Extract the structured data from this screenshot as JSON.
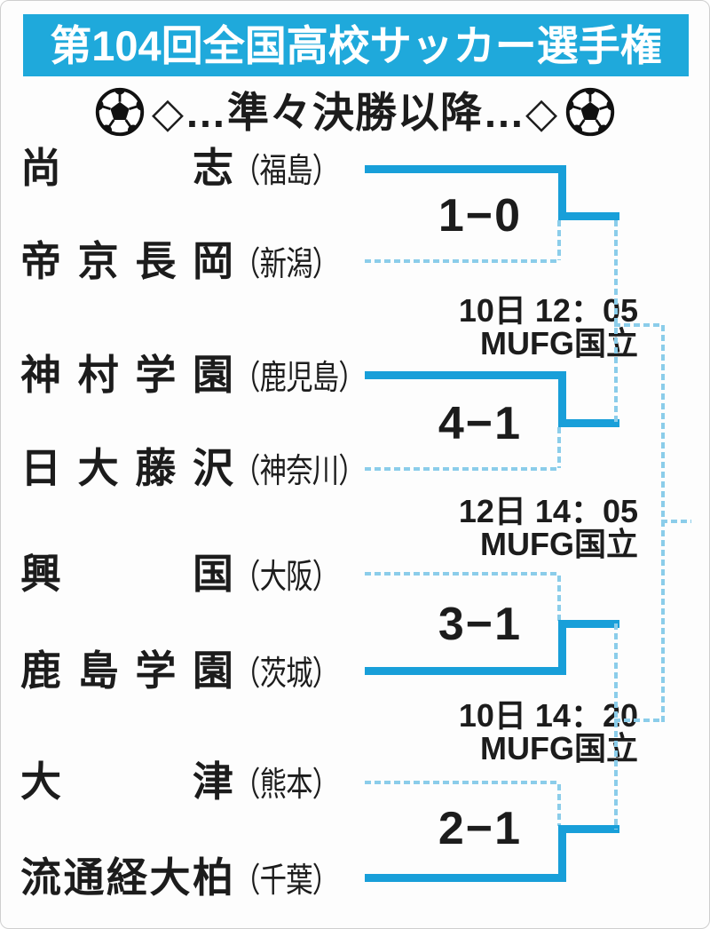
{
  "header": {
    "title": "第104回全国高校サッカー選手権"
  },
  "subtitle": {
    "label": "◇…準々決勝以降…◇"
  },
  "matches": [
    {
      "round": "quarterfinal-1",
      "team_top": {
        "name": "尚志",
        "prefecture_label": "（福島）",
        "result": "winner"
      },
      "team_bottom": {
        "name": "帝京長岡",
        "prefecture_label": "（新潟）",
        "result": "loser"
      },
      "score": "1−0"
    },
    {
      "round": "quarterfinal-2",
      "team_top": {
        "name": "神村学園",
        "prefecture_label": "（鹿児島）",
        "result": "winner"
      },
      "team_bottom": {
        "name": "日大藤沢",
        "prefecture_label": "（神奈川）",
        "result": "loser"
      },
      "score": "4−1"
    },
    {
      "round": "quarterfinal-3",
      "team_top": {
        "name": "興国",
        "prefecture_label": "（大阪）",
        "result": "loser"
      },
      "team_bottom": {
        "name": "鹿島学園",
        "prefecture_label": "（茨城）",
        "result": "winner"
      },
      "score": "3−1"
    },
    {
      "round": "quarterfinal-4",
      "team_top": {
        "name": "大津",
        "prefecture_label": "（熊本）",
        "result": "loser"
      },
      "team_bottom": {
        "name": "流通経大柏",
        "prefecture_label": "（千葉）",
        "result": "winner"
      },
      "score": "2−1"
    }
  ],
  "schedule": {
    "semifinal_1": {
      "datetime": "10日 12：05",
      "venue": "MUFG国立"
    },
    "final": {
      "datetime": "12日 14：05",
      "venue": "MUFG国立"
    },
    "semifinal_2": {
      "datetime": "10日 14：20",
      "venue": "MUFG国立"
    }
  },
  "colors": {
    "header_bg": "#1fa9db",
    "winner_line": "#189fd9",
    "loser_line": "#8bcdea",
    "text": "#1c1c1c"
  }
}
